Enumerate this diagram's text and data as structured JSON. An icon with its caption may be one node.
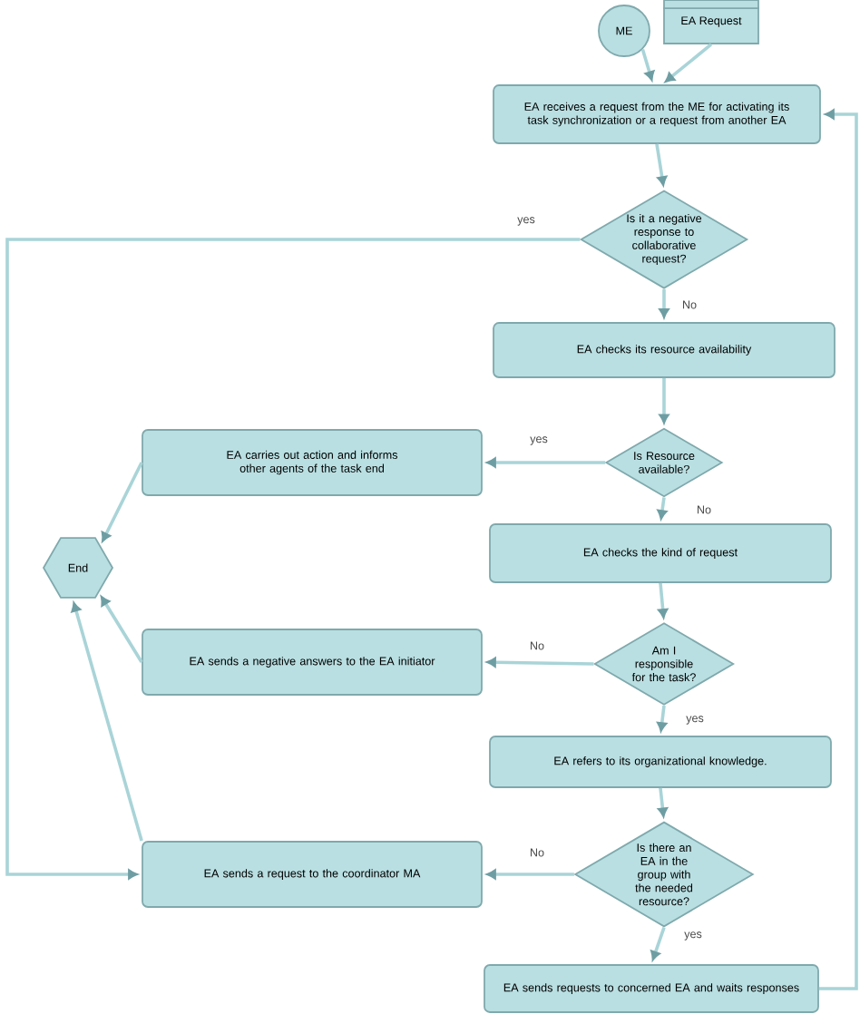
{
  "diagram": {
    "nodes": [
      {
        "text": [
          "ME"
        ]
      },
      {
        "text": [
          "EA Request"
        ]
      },
      {
        "text": [
          "EA receives a request from the ME for activating its task synchronization or a request from another EA"
        ]
      },
      {
        "text": [
          "Is it a negative response to collaborative request?"
        ]
      },
      {
        "text": [
          "EA checks its resource availability"
        ]
      },
      {
        "text": [
          "Is Resource available?"
        ]
      },
      {
        "text": [
          "EA carries out action and informs other agents of the task end"
        ]
      },
      {
        "text": [
          "End"
        ]
      },
      {
        "text": [
          "EA checks the kind of request"
        ]
      },
      {
        "text": [
          "Am I responsible for the task?"
        ]
      },
      {
        "text": [
          "EA sends a negative answers to the EA initiator"
        ]
      },
      {
        "text": [
          "EA refers to its organizational knowledge."
        ]
      },
      {
        "text": [
          "Is there an EA in the group with the needed resource?"
        ]
      },
      {
        "text": [
          "EA sends a request to the coordinator MA"
        ]
      },
      {
        "text": [
          "EA sends requests to concerned EA and waits responses"
        ]
      }
    ],
    "edges": [
      {
        "from": 0,
        "to": 2,
        "arrow": "to"
      },
      {
        "from": 1,
        "to": 2,
        "arrow": "to"
      },
      {
        "from": 2,
        "to": 3,
        "arrow": "to"
      },
      {
        "from": 3,
        "to": 4,
        "arrow": "to",
        "label": "No"
      },
      {
        "from": 3,
        "to": 13,
        "arrow": "to",
        "label": "yes"
      },
      {
        "from": 4,
        "to": 5,
        "arrow": "to"
      },
      {
        "from": 5,
        "to": 6,
        "arrow": "to",
        "label": "yes"
      },
      {
        "from": 5,
        "to": 8,
        "arrow": "to",
        "label": "No"
      },
      {
        "from": 6,
        "to": 7,
        "arrow": "to"
      },
      {
        "from": 8,
        "to": 9,
        "arrow": "to"
      },
      {
        "from": 9,
        "to": 10,
        "arrow": "to",
        "label": "No"
      },
      {
        "from": 9,
        "to": 11,
        "arrow": "to",
        "label": "yes"
      },
      {
        "from": 10,
        "to": 7,
        "arrow": "to"
      },
      {
        "from": 13,
        "to": 7,
        "arrow": "to"
      },
      {
        "from": 11,
        "to": 12,
        "arrow": "to"
      },
      {
        "from": 12,
        "to": 13,
        "arrow": "to",
        "label": "No"
      },
      {
        "from": 12,
        "to": 14,
        "arrow": "to",
        "label": "yes"
      },
      {
        "from": 14,
        "to": 2,
        "arrow": "to"
      }
    ]
  }
}
